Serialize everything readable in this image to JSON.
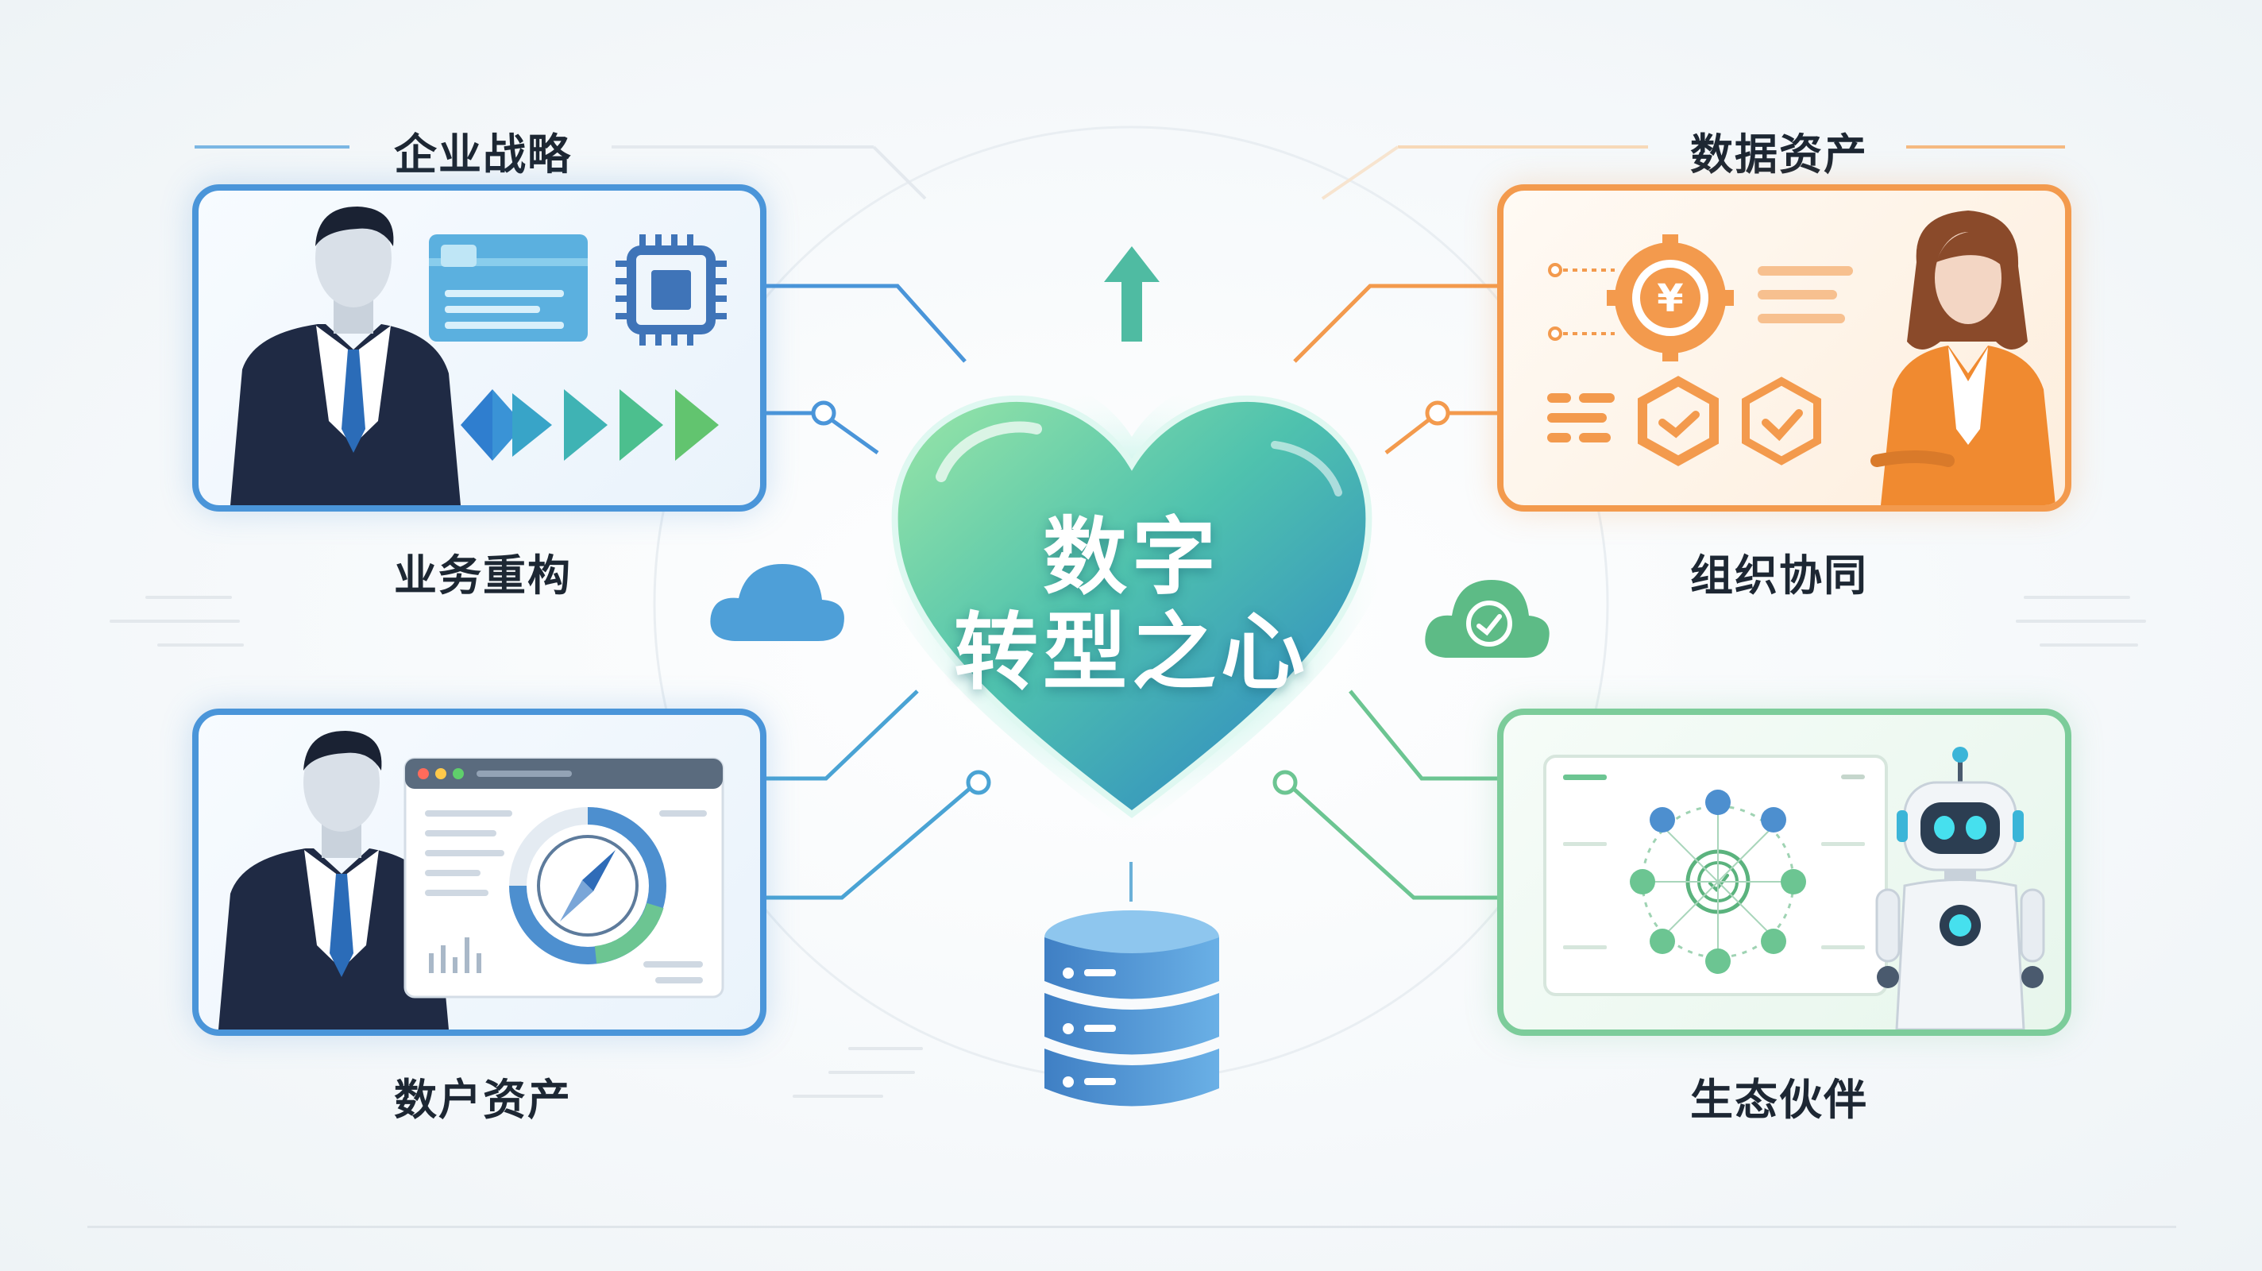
{
  "center": {
    "line1": "数字",
    "line2": "转型之心"
  },
  "quadrants": {
    "top_left": {
      "top_label": "企业战略",
      "bottom_label": "业务重构"
    },
    "top_right": {
      "top_label": "数据资产",
      "bottom_label": "组织协同"
    },
    "bottom_left": {
      "bottom_label": "数户资产"
    },
    "bottom_right": {
      "bottom_label": "生态伙伴"
    }
  },
  "icons": {
    "yuan_symbol": "¥"
  },
  "colors": {
    "blue": "#4a95d9",
    "orange": "#f39a4d",
    "green": "#7ccc9a",
    "heart_top": "#8fe0a0",
    "heart_bottom": "#2f86c8",
    "suit": "#1f2a44"
  }
}
